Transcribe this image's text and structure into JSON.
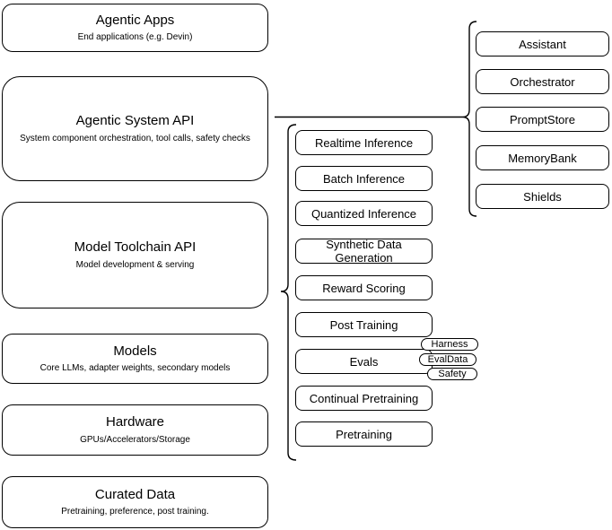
{
  "colors": {
    "stroke": "#000000",
    "fill": "#ffffff",
    "text": "#000000",
    "background": "#ffffff"
  },
  "left_column": {
    "boxes": [
      {
        "title": "Agentic Apps",
        "subtitle": "End applications (e.g. Devin)"
      },
      {
        "title": "Agentic System API",
        "subtitle": "System component orchestration, tool calls, safety checks"
      },
      {
        "title": "Model Toolchain API",
        "subtitle": "Model development & serving"
      },
      {
        "title": "Models",
        "subtitle": "Core LLMs, adapter weights, secondary models"
      },
      {
        "title": "Hardware",
        "subtitle": "GPUs/Accelerators/Storage"
      },
      {
        "title": "Curated Data",
        "subtitle": "Pretraining, preference, post training."
      }
    ]
  },
  "middle_column": {
    "items": [
      {
        "label": "Realtime Inference"
      },
      {
        "label": "Batch Inference"
      },
      {
        "label": "Quantized Inference"
      },
      {
        "label": "Synthetic Data Generation"
      },
      {
        "label": "Reward Scoring"
      },
      {
        "label": "Post Training"
      },
      {
        "label": "Evals",
        "tags": [
          "Harness",
          "EvalData",
          "Safety"
        ]
      },
      {
        "label": "Continual Pretraining"
      },
      {
        "label": "Pretraining"
      }
    ]
  },
  "right_column": {
    "items": [
      {
        "label": "Assistant"
      },
      {
        "label": "Orchestrator"
      },
      {
        "label": "PromptStore"
      },
      {
        "label": "MemoryBank"
      },
      {
        "label": "Shields"
      }
    ]
  }
}
